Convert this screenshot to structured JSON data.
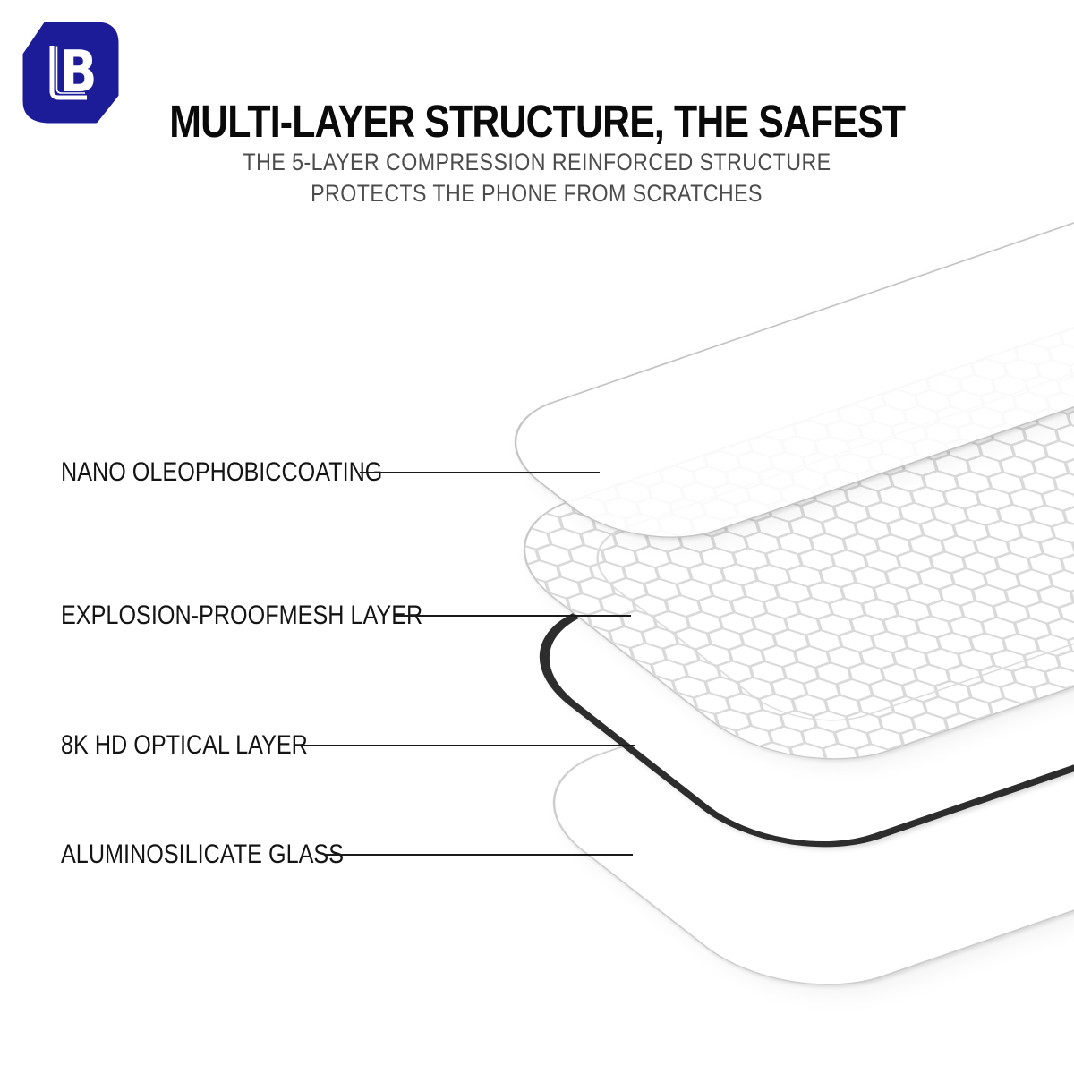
{
  "logo": {
    "monogram_letter": "B",
    "brand_color": "#1c1c98"
  },
  "header": {
    "title": "MULTI-LAYER STRUCTURE, THE SAFEST",
    "subtitle_line1": "THE 5-LAYER COMPRESSION REINFORCED STRUCTURE",
    "subtitle_line2": "PROTECTS THE PHONE FROM SCRATCHES"
  },
  "diagram": {
    "layers": [
      {
        "label": "NANO OLEOPHOBICCOATING",
        "type": "coating-sheet"
      },
      {
        "label": "EXPLOSION-PROOFMESH LAYER",
        "type": "hexagon-mesh-sheet"
      },
      {
        "label": "8K HD OPTICAL LAYER",
        "type": "black-frame-sheet"
      },
      {
        "label": "ALUMINOSILICATE GLASS",
        "type": "glass-sheet"
      }
    ]
  },
  "colors": {
    "brand_blue": "#1c1c98",
    "title_text": "#0a0a0a",
    "subtitle_text": "#4c4c4c",
    "label_text": "#141414",
    "leader_line": "#1a1a1a",
    "layer_edge": "#c6c6c6",
    "optical_frame": "#2d2d2d",
    "mesh_stroke": "#d9d9d9"
  }
}
